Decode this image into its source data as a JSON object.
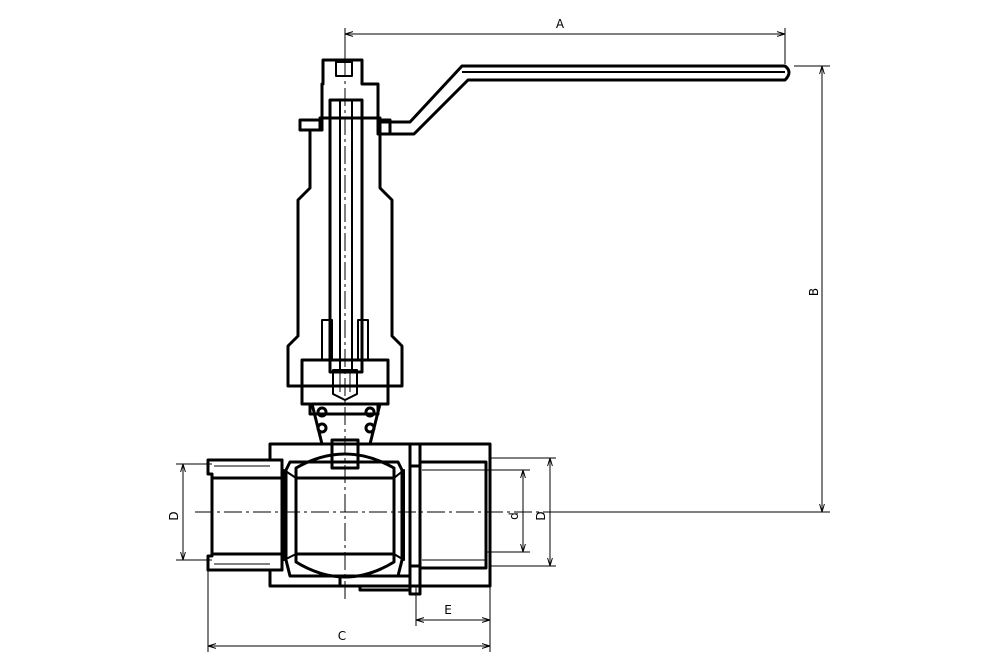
{
  "drawing": {
    "dimensions": {
      "A": "A",
      "B": "B",
      "C": "C",
      "D_left": "D",
      "D_right": "D",
      "d": "d",
      "E": "E"
    }
  }
}
